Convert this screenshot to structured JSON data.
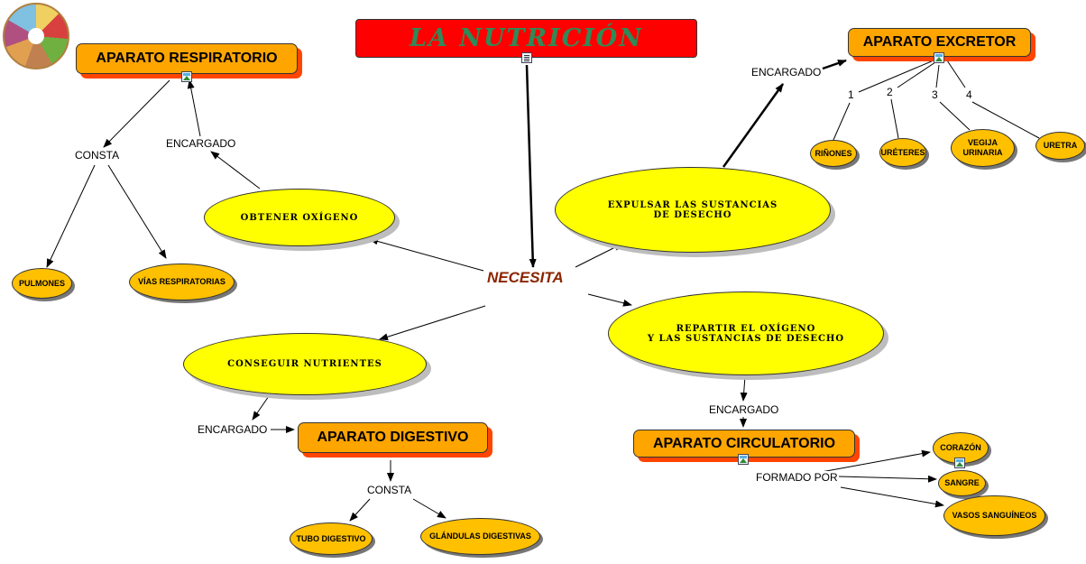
{
  "title": "LA NUTRICIÓN",
  "central": "NECESITA",
  "colors": {
    "title_bg": "#ff0000",
    "title_text": "#2e8b57",
    "box_bg": "#ffa500",
    "box_shadow": "#ff4500",
    "ellipse_bg": "#ffff00",
    "leaf_bg": "#ffc000",
    "central_text": "#8b2500"
  },
  "icons": [
    "food-plate-icon",
    "document-icon",
    "image-icon"
  ],
  "needs": {
    "oxigeno": "OBTENER OXÍGENO",
    "expulsar": "EXPULSAR LAS SUSTANCIAS\nDE DESECHO",
    "nutrientes": "CONSEGUIR NUTRIENTES",
    "repartir": "REPARTIR EL OXÍGENO\nY LAS SUSTANCIAS DE DESECHO"
  },
  "systems": {
    "respiratorio": "APARATO RESPIRATORIO",
    "excretor": "APARATO EXCRETOR",
    "digestivo": "APARATO DIGESTIVO",
    "circulatorio": "APARATO CIRCULATORIO"
  },
  "link_labels": {
    "encargado_resp": "ENCARGADO",
    "encargado_excr": "ENCARGADO",
    "encargado_dig": "ENCARGADO",
    "encargado_circ": "ENCARGADO",
    "consta_resp": "CONSTA",
    "consta_dig": "CONSTA",
    "formado_por": "FORMADO POR"
  },
  "numbers": [
    "1",
    "2",
    "3",
    "4"
  ],
  "parts": {
    "pulmones": "PULMONES",
    "vias": "VÍAS RESPIRATORIAS",
    "rinones": "RIÑONES",
    "ureteres": "URÉTERES",
    "vejiga": "VEGIJA\nURINARIA",
    "uretra": "URETRA",
    "tubo": "TUBO DIGESTIVO",
    "glandulas": "GLÁNDULAS DIGESTIVAS",
    "corazon": "CORAZÓN",
    "sangre": "SANGRE",
    "vasos": "VASOS SANGUÍNEOS"
  }
}
